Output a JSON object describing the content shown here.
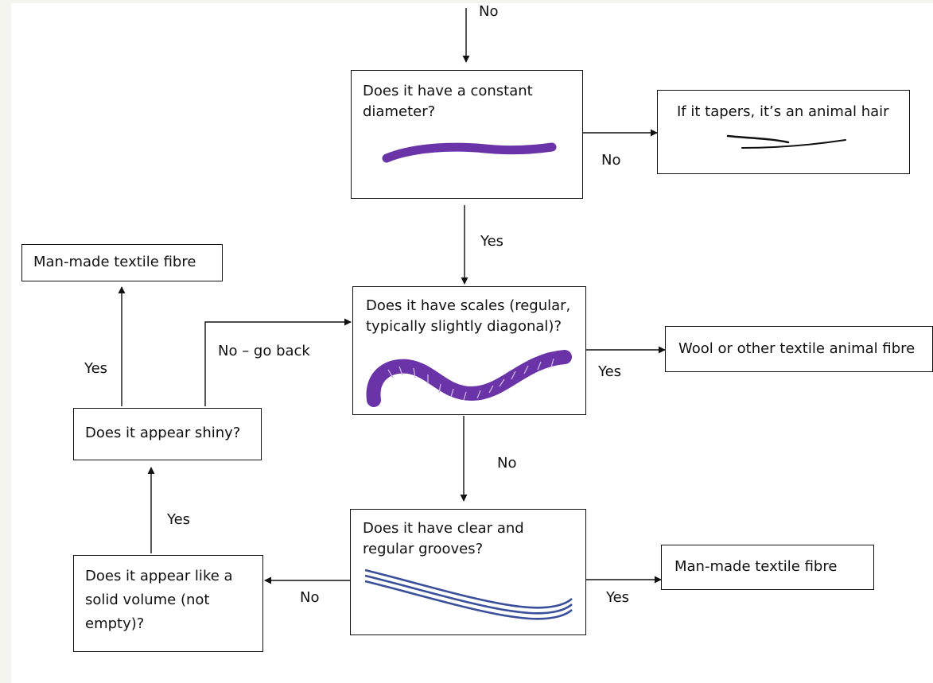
{
  "boxes": {
    "constant_diameter": "Does it have a constant\ndiameter?",
    "animal_hair": "If it tapers, it’s an animal hair",
    "scales": "Does it have scales (regular,\ntypically slightly diagonal)?",
    "wool": "Wool or other textile animal fibre",
    "grooves": "Does it have clear and\nregular grooves?",
    "manmade_right": "Man-made textile fibre",
    "solid_volume": "Does it appear like a\nsolid volume (not\nempty)?",
    "shiny": "Does it appear shiny?",
    "manmade_top": "Man-made textile fibre"
  },
  "labels": {
    "top_no": "No",
    "diameter_no": "No",
    "diameter_yes": "Yes",
    "scales_yes": "Yes",
    "scales_no": "No",
    "grooves_yes": "Yes",
    "grooves_no": "No",
    "solid_yes": "Yes",
    "shiny_yes": "Yes",
    "shiny_no_go_back": "No – go back"
  },
  "colors": {
    "fibre_purple": "#6a33a8",
    "scale_lines": "#c9b8e3",
    "groove_blue": "#3a4f9c",
    "hair_black": "#111111"
  }
}
